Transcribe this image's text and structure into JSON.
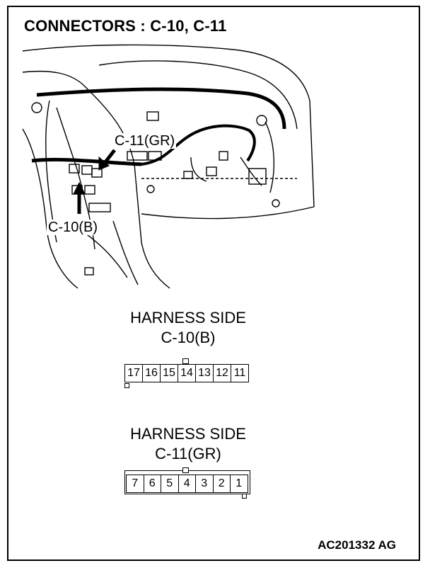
{
  "title": "CONNECTORS : C-10, C-11",
  "illustration": {
    "callout_c11": "C-11(GR)",
    "callout_c10": "C-10(B)"
  },
  "connectors": [
    {
      "heading": "HARNESS SIDE",
      "name": "C-10(B)",
      "pins": [
        "17",
        "16",
        "15",
        "14",
        "13",
        "12",
        "11"
      ]
    },
    {
      "heading": "HARNESS SIDE",
      "name": "C-11(GR)",
      "pins": [
        "7",
        "6",
        "5",
        "4",
        "3",
        "2",
        "1"
      ]
    }
  ],
  "figure_code": "AC201332 AG"
}
